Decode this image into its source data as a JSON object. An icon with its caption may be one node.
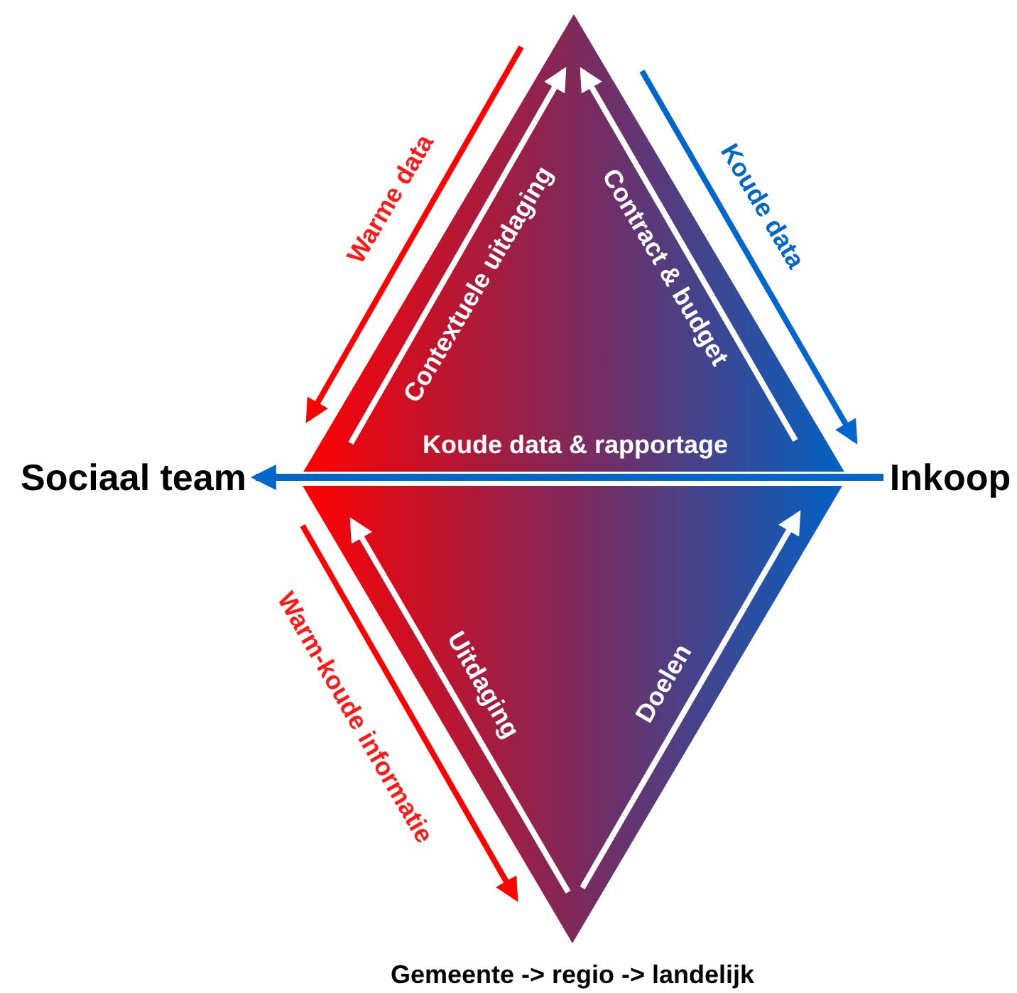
{
  "diagram": {
    "nodes": [
      {
        "text": [
          "Sociaal team"
        ]
      },
      {
        "text": [
          "Inkoop"
        ]
      },
      {
        "text": [
          "Gemeente -> regio -> landelijk"
        ]
      },
      {
        "text": [],
        "shape": "triangle"
      },
      {
        "text": [],
        "shape": "triangle"
      }
    ],
    "edges": [
      {
        "from": 1,
        "to": 0,
        "arrow": "to",
        "label": "Koude data & rapportage"
      }
    ],
    "labels": [
      "Warme data",
      "Contextuele uitdaging",
      "Contract & budget",
      "Koude data",
      "Warm-koude informatie",
      "Uitdaging",
      "Doelen"
    ]
  }
}
